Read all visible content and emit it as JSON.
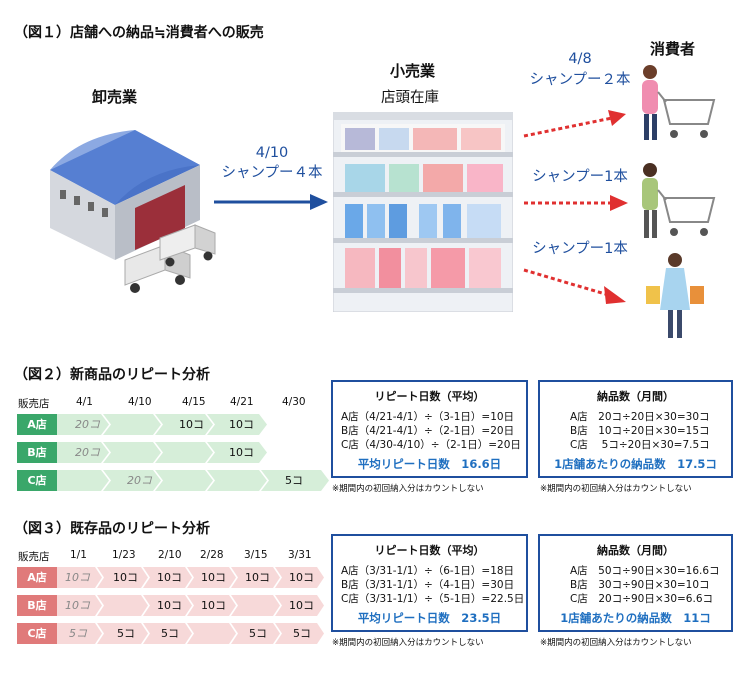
{
  "fig1": {
    "title": "（図１）店舗への納品≒消費者への販売",
    "wholesale_label": "卸売業",
    "retail_label": "小売業",
    "retail_sublabel": "店頭在庫",
    "consumer_label": "消費者",
    "arrow_main_date": "4/10",
    "arrow_main_text": "シャンプー４本",
    "sales": [
      {
        "date": "4/8",
        "text": "シャンプー２本"
      },
      {
        "date": "",
        "text": "シャンプー1本"
      },
      {
        "date": "",
        "text": "シャンプー1本"
      }
    ]
  },
  "fig2": {
    "title": "（図２）新商品のリピート分析",
    "store_col": "販売店",
    "dates": [
      "4/1",
      "4/10",
      "4/15",
      "4/21",
      "4/30"
    ],
    "rows": [
      {
        "store": "A店",
        "cells": [
          "20コ",
          "10コ",
          "10コ"
        ]
      },
      {
        "store": "B店",
        "cells": [
          "20コ",
          "10コ"
        ]
      },
      {
        "store": "C店",
        "cells": [
          "20コ",
          "5コ"
        ]
      }
    ],
    "repeat_box": {
      "title": "リピート日数（平均）",
      "lines": [
        "A店（4/21-4/1）÷（3-1日）=10日",
        "B店（4/21-4/1）÷（2-1日）=20日",
        "C店（4/30-4/10）÷（2-1日）=20日"
      ],
      "total": "平均リピート日数　16.6日"
    },
    "delivery_box": {
      "title": "納品数（月間）",
      "lines": [
        "A店　20コ÷20日×30=30コ",
        "B店　10コ÷20日×30=15コ",
        "C店　  5コ÷20日×30=7.5コ"
      ],
      "total": "1店舗あたりの納品数　17.5コ"
    },
    "note": "※期間内の初回納入分はカウントしない"
  },
  "fig3": {
    "title": "（図３）既存品のリピート分析",
    "store_col": "販売店",
    "dates": [
      "1/1",
      "1/23",
      "2/10",
      "2/28",
      "3/15",
      "3/31"
    ],
    "rows": [
      {
        "store": "A店",
        "cells": [
          "10コ",
          "10コ",
          "10コ",
          "10コ",
          "10コ",
          "10コ"
        ]
      },
      {
        "store": "B店",
        "cells": [
          "10コ",
          "10コ",
          "10コ",
          "10コ"
        ]
      },
      {
        "store": "C店",
        "cells": [
          "5コ",
          "5コ",
          "5コ",
          "5コ",
          "5コ"
        ]
      }
    ],
    "repeat_box": {
      "title": "リピート日数（平均）",
      "lines": [
        "A店（3/31-1/1）÷（6-1日）=18日",
        "B店（3/31-1/1）÷（4-1日）=30日",
        "C店（3/31-1/1）÷（5-1日）=22.5日"
      ],
      "total": "平均リピート日数　23.5日"
    },
    "delivery_box": {
      "title": "納品数（月間）",
      "lines": [
        "A店　50コ÷90日×30=16.6コ",
        "B店　30コ÷90日×30=10コ",
        "C店　20コ÷90日×30=6.6コ"
      ],
      "total": "1店舗あたりの納品数　11コ"
    },
    "note": "※期間内の初回納入分はカウントしない"
  },
  "colors": {
    "accent_blue": "#1f4f9e",
    "total_blue": "#1f6fc0",
    "arrow_red": "#e03030",
    "new_badge": "#3aa76a",
    "new_bar": "#d6eed9",
    "old_badge": "#e07a7a",
    "old_bar": "#f7d9d9"
  }
}
